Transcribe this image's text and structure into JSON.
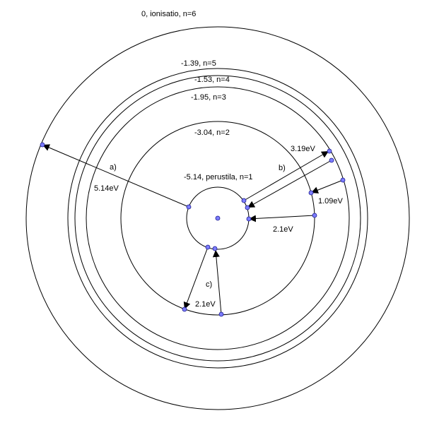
{
  "levels": [
    {
      "label": "0, ionisatio, n=6"
    },
    {
      "label": "-1.39, n=5"
    },
    {
      "label": "-1.53, n=4"
    },
    {
      "label": "-1.95, n=3"
    },
    {
      "label": "-3.04, n=2"
    },
    {
      "label": "-5.14, perustila, n=1"
    }
  ],
  "transitions": [
    {
      "tag": "a)",
      "energy": "5.14eV"
    },
    {
      "tag": "b)",
      "energy": "3.19eV"
    },
    {
      "energy": "1.09eV"
    },
    {
      "energy": "2.1eV"
    },
    {
      "tag": "c)",
      "energy": "2.1eV"
    }
  ],
  "colors": {
    "line": "#000000",
    "point_fill": "#7d7dff",
    "point_stroke": "#1a1a8c"
  }
}
